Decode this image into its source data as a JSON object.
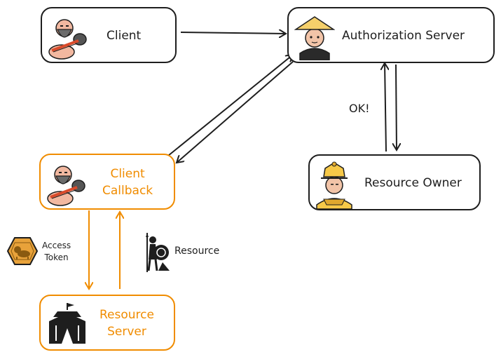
{
  "nodes": {
    "client": {
      "label": "Client",
      "avatar_icon": "barbarian-icon"
    },
    "authorization_server": {
      "label": "Authorization Server",
      "avatar_icon": "monk-icon"
    },
    "client_callback": {
      "label": "Client\nCallback",
      "avatar_icon": "barbarian-icon"
    },
    "resource_owner": {
      "label": "Resource Owner",
      "avatar_icon": "emperor-icon"
    },
    "resource_server": {
      "label": "Resource\nServer",
      "avatar_icon": "tent-icon"
    }
  },
  "edge_labels": {
    "ok": "OK!",
    "access_token": "Access\nToken",
    "resource": "Resource"
  },
  "icons": {
    "access_token": "lion-hexagon-token-icon",
    "resource": "knight-with-shield-icon"
  },
  "colors": {
    "stroke_default": "#1e1e1e",
    "stroke_highlight": "#f08c00",
    "skin": "#f2b8a0",
    "monk_hat": "#f5d06b",
    "emperor_gold": "#f7c948",
    "token_hex": "#e8a23a"
  }
}
